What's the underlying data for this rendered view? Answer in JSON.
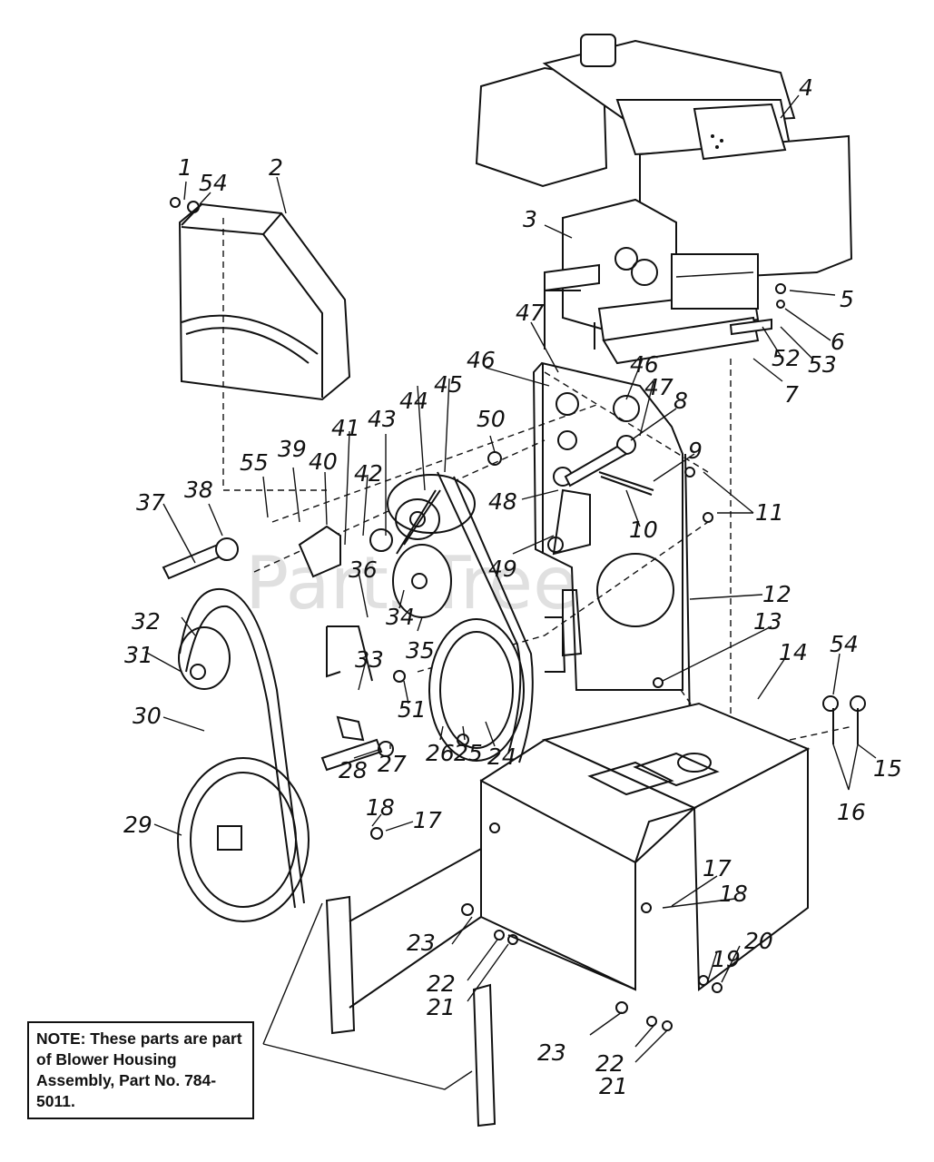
{
  "watermark": "PartsTree",
  "note": "NOTE: These parts are part of Blower Housing Assembly, Part No. 784-5011.",
  "callouts": [
    "1",
    "54",
    "2",
    "4",
    "3",
    "5",
    "6",
    "52",
    "53",
    "7",
    "47",
    "46",
    "46",
    "47",
    "8",
    "50",
    "45",
    "44",
    "43",
    "42",
    "41",
    "40",
    "39",
    "55",
    "37",
    "38",
    "9",
    "11",
    "48",
    "10",
    "49",
    "12",
    "13",
    "14",
    "54",
    "15",
    "16",
    "36",
    "34",
    "35",
    "32",
    "31",
    "33",
    "30",
    "51",
    "28",
    "27",
    "26",
    "25",
    "24",
    "29",
    "18",
    "17",
    "17",
    "18",
    "20",
    "19",
    "23",
    "22",
    "21",
    "23",
    "22",
    "21"
  ]
}
